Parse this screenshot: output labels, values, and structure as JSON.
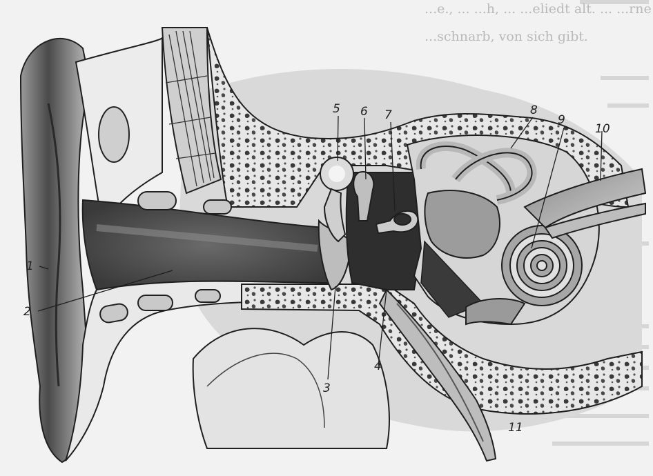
{
  "background_text": {
    "line1": "...e., ... ...h, ... ...eliedt alt. ... ...rne ...",
    "line2": "...schnarb, von sich gibt."
  },
  "labels": [
    "1",
    "2",
    "3",
    "4",
    "5",
    "6",
    "7",
    "8",
    "9",
    "10",
    "11"
  ],
  "colors": {
    "paper": "#f2f2f2",
    "bone": "#e6e6e6",
    "shadow": "#2e2e2e",
    "outline": "#1f1f1f"
  }
}
